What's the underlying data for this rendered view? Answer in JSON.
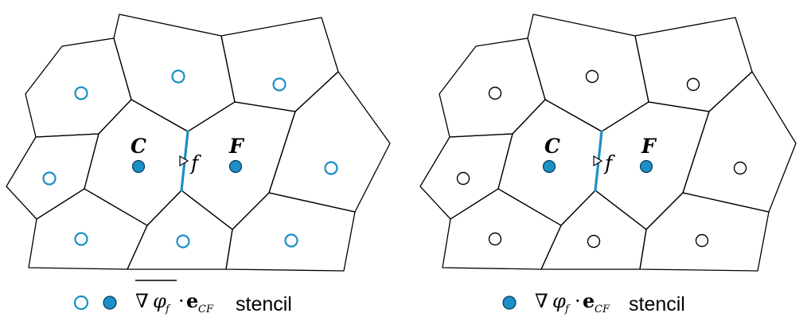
{
  "colors": {
    "stencil_blue": "#1b8fc6",
    "neighbor_dark": "#000000",
    "mesh_line": "#000000"
  },
  "labels": {
    "owner": "C",
    "neighbor": "F",
    "face": "f"
  },
  "panels": [
    {
      "caption": {
        "symbols": [
          "open-circle",
          "filled-circle"
        ],
        "nabla": "∇",
        "phi": "φ",
        "sub_f": "f",
        "dot": "·",
        "e": "e",
        "sub_cf": "CF",
        "word": "stencil",
        "overbar": true
      },
      "neighbor_color": "stencil_blue"
    },
    {
      "caption": {
        "symbols": [
          "filled-circle"
        ],
        "nabla": "∇",
        "phi": "φ",
        "sub_f": "f",
        "dot": "·",
        "e": "e",
        "sub_cf": "CF",
        "word": "stencil",
        "overbar": false
      },
      "neighbor_color": "neighbor_dark"
    }
  ]
}
